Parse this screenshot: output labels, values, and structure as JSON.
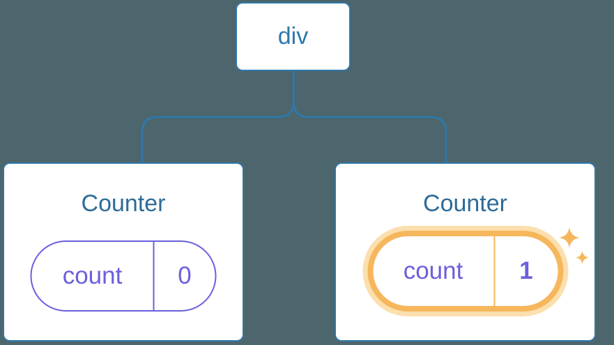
{
  "colors": {
    "background": "#4D656D",
    "accent-blue": "#3078A8",
    "title-blue": "#2D6B98",
    "state-purple": "#6B5FDD",
    "highlight-orange": "#F6B75C",
    "highlight-glow": "#FBDFAE",
    "card-bg": "#FFFFFF"
  },
  "diagram": {
    "root": {
      "label": "div"
    },
    "children": [
      {
        "title": "Counter",
        "state": {
          "name": "count",
          "value": "0"
        },
        "highlighted": false
      },
      {
        "title": "Counter",
        "state": {
          "name": "count",
          "value": "1"
        },
        "highlighted": true
      }
    ]
  },
  "icons": {
    "sparkle": "four-point-star"
  }
}
